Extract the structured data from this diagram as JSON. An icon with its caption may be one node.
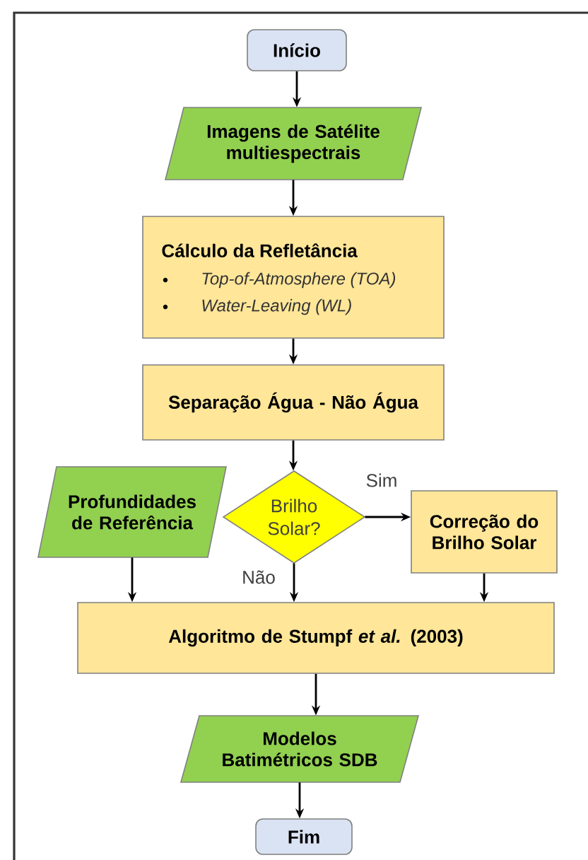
{
  "diagram": {
    "nodes": [
      {
        "text": [
          "Início"
        ]
      },
      {
        "text": [
          "Imagens de Satélite multiespectrais"
        ]
      },
      {
        "text": [
          "Cálculo da Refletância",
          "Top-of-Atmosphere (TOA)",
          "Water-Leaving (WL)"
        ]
      },
      {
        "text": [
          "Separação Água - Não Água"
        ]
      },
      {
        "text": [
          "Profundidades de Referência"
        ]
      },
      {
        "text": [
          "Brilho Solar?"
        ]
      },
      {
        "text": [
          "Correção do Brilho Solar"
        ]
      },
      {
        "text": [
          "Algoritmo de Stumpf *et al.* (2003)"
        ]
      },
      {
        "text": [
          "Modelos Batimétricos SDB"
        ]
      },
      {
        "text": [
          "Fim"
        ]
      }
    ],
    "edges": [
      {
        "from": 0,
        "to": 1,
        "arrow": "to"
      },
      {
        "from": 1,
        "to": 2,
        "arrow": "to"
      },
      {
        "from": 2,
        "to": 3,
        "arrow": "to"
      },
      {
        "from": 3,
        "to": 5,
        "arrow": "to"
      },
      {
        "from": 5,
        "to": 6,
        "arrow": "to",
        "label": "Sim"
      },
      {
        "from": 5,
        "to": 7,
        "arrow": "to",
        "label": "Não"
      },
      {
        "from": 4,
        "to": 7,
        "arrow": "to"
      },
      {
        "from": 6,
        "to": 7,
        "arrow": "to"
      },
      {
        "from": 7,
        "to": 8,
        "arrow": "to"
      },
      {
        "from": 8,
        "to": 9,
        "arrow": "to"
      }
    ]
  }
}
